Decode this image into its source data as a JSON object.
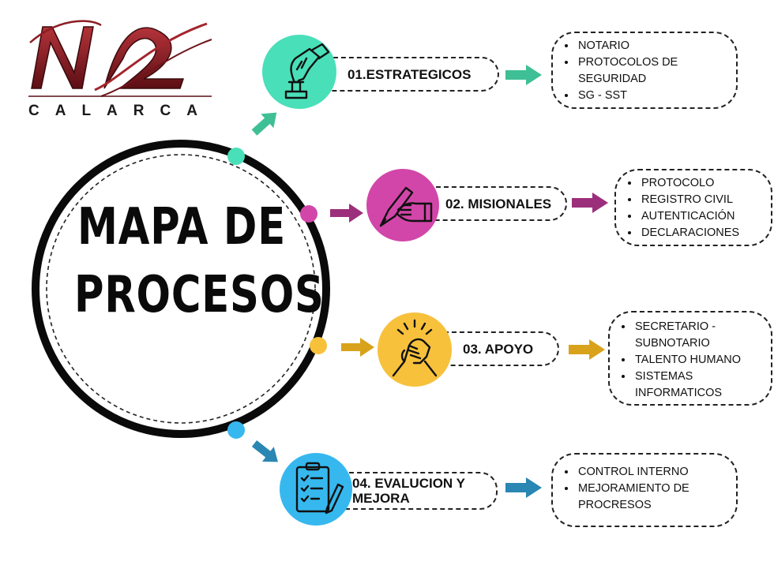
{
  "logo": {
    "text": "CALARCA"
  },
  "center": {
    "line1": "MAPA DE",
    "line2": "PROCESOS"
  },
  "colors": {
    "estrategicos": "#49dfb9",
    "misionales": "#d246a9",
    "apoyo": "#f7c13c",
    "evaluacion": "#36b8ef"
  },
  "processes": [
    {
      "title": "01.ESTRATEGICOS",
      "icon": "stamp-hand-icon",
      "items": [
        "NOTARIO",
        "PROTOCOLOS DE SEGURIDAD",
        "SG - SST"
      ]
    },
    {
      "title": "02. MISIONALES",
      "icon": "writing-hand-icon",
      "items": [
        "PROTOCOLO",
        "REGISTRO CIVIL",
        "AUTENTICACIÓN",
        "DECLARACIONES"
      ]
    },
    {
      "title": "03. APOYO",
      "icon": "handshake-icon",
      "items": [
        "SECRETARIO - SUBNOTARIO",
        "TALENTO HUMANO",
        "SISTEMAS INFORMATICOS"
      ]
    },
    {
      "title": "04. EVALUCION Y MEJORA",
      "icon": "clipboard-checklist-icon",
      "items": [
        "CONTROL INTERNO",
        "MEJORAMIENTO DE PROCRESOS"
      ]
    }
  ]
}
